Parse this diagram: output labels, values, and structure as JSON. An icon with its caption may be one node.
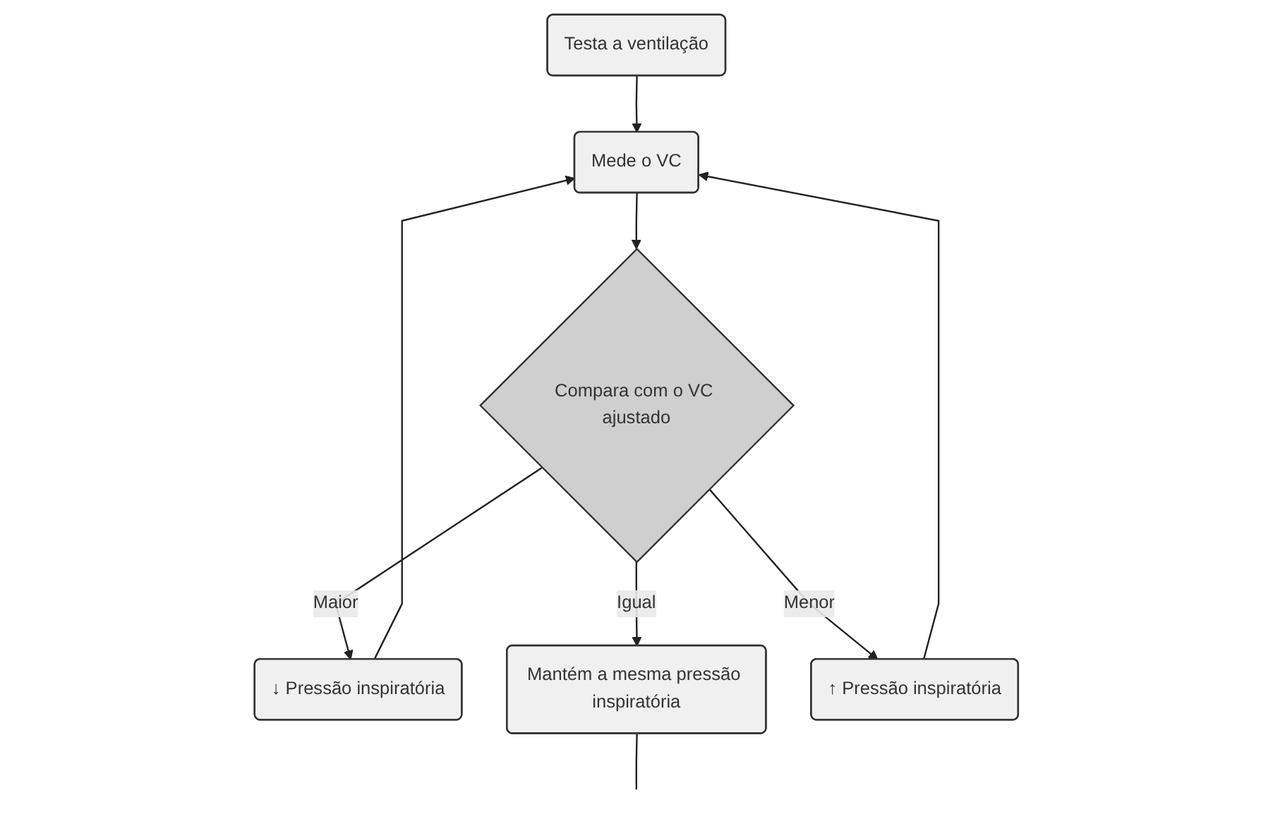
{
  "diagram": {
    "nodes": [
      {
        "text": [
          "Testa a ventilação"
        ]
      },
      {
        "text": [
          "Mede o VC"
        ]
      },
      {
        "text": [
          "Compara com o VC ajustado"
        ]
      },
      {
        "text": [
          "↓ Pressão inspiratória"
        ]
      },
      {
        "text": [
          "Mantém a mesma pressão inspiratória"
        ]
      },
      {
        "text": [
          "↑ Pressão inspiratória"
        ]
      }
    ],
    "edges": [
      {
        "from": 0,
        "to": 1,
        "arrow": "to"
      },
      {
        "from": 1,
        "to": 2,
        "arrow": "to"
      },
      {
        "from": 2,
        "to": 3,
        "arrow": "to",
        "label": "Maior"
      },
      {
        "from": 2,
        "to": 4,
        "arrow": "to",
        "label": "Igual"
      },
      {
        "from": 2,
        "to": 5,
        "arrow": "to",
        "label": "Menor"
      },
      {
        "from": 3,
        "to": 1,
        "arrow": "to"
      },
      {
        "from": 5,
        "to": 1,
        "arrow": "to"
      },
      {
        "from": 4,
        "to": null,
        "arrow": "none"
      }
    ]
  }
}
